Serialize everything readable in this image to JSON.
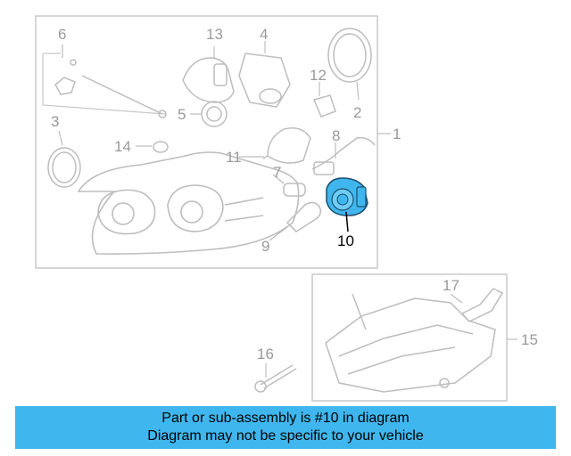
{
  "callouts": [
    {
      "id": "c1",
      "text": "1"
    },
    {
      "id": "c2",
      "text": "2"
    },
    {
      "id": "c3",
      "text": "3"
    },
    {
      "id": "c4",
      "text": "4"
    },
    {
      "id": "c5",
      "text": "5"
    },
    {
      "id": "c6",
      "text": "6"
    },
    {
      "id": "c7",
      "text": "7"
    },
    {
      "id": "c8",
      "text": "8"
    },
    {
      "id": "c9",
      "text": "9"
    },
    {
      "id": "c10",
      "text": "10"
    },
    {
      "id": "c11",
      "text": "11"
    },
    {
      "id": "c12",
      "text": "12"
    },
    {
      "id": "c13",
      "text": "13"
    },
    {
      "id": "c14",
      "text": "14"
    },
    {
      "id": "c15",
      "text": "15"
    },
    {
      "id": "c16",
      "text": "16"
    },
    {
      "id": "c17",
      "text": "17"
    }
  ],
  "banner": {
    "line1": "Part or sub-assembly is #10 in diagram",
    "line2": "Diagram may not be specific to your vehicle"
  },
  "colors": {
    "highlight": "#3fb6ee",
    "line": "#bdbdbd",
    "label": "#9a9a9a"
  }
}
